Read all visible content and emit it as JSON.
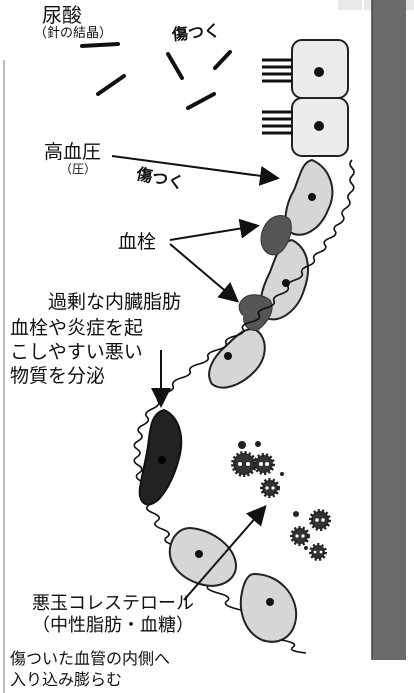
{
  "diagram": {
    "uric_acid_label": "尿酸",
    "uric_acid_sub": "（針の結晶）",
    "damage_label_1": "傷つく",
    "hypertension_label": "高血圧",
    "pressure_sub": "（圧）",
    "damage_label_2": "傷つく",
    "thrombus_label": "血栓",
    "visceral_fat_label": "過剰な内臓脂肪",
    "fat_effect_lines": [
      "血栓や炎症を起",
      "こしやすい悪い",
      "物質を分泌"
    ],
    "ldl_label": "悪玉コレステロール",
    "ldl_sub": "（中性脂肪・血糖）",
    "infiltration_lines": [
      "傷ついた血管の内側へ",
      "入り込み膨らむ"
    ]
  }
}
